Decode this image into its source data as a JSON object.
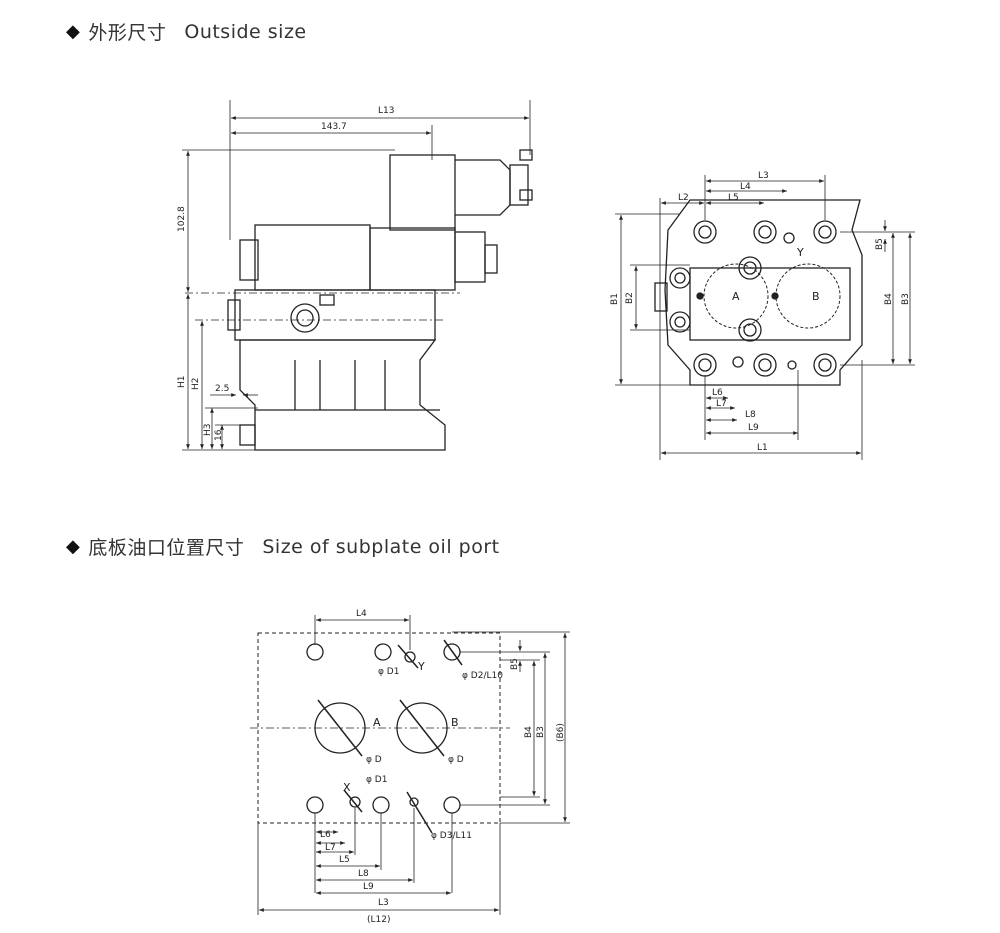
{
  "section1": {
    "title_cn": "外形尺寸",
    "title_en": "Outside size"
  },
  "section2": {
    "title_cn": "底板油口位置尺寸",
    "title_en": "Size of subplate oil port"
  },
  "side_view": {
    "labels": {
      "l13": "L13",
      "d143": "143.7",
      "d102": "102.8",
      "h1": "H1",
      "h2": "H2",
      "h3": "H3",
      "d25": "2.5",
      "d16": "16"
    }
  },
  "top_view": {
    "labels": {
      "l3": "L3",
      "l4": "L4",
      "l2": "L2",
      "l5": "L5",
      "y": "Y",
      "a": "A",
      "b": "B",
      "b1": "B1",
      "b2": "B2",
      "b4": "B4",
      "b3": "B3",
      "b5": "B5",
      "l6": "L6",
      "l7": "L7",
      "l8": "L8",
      "l9": "L9",
      "l1": "L1"
    }
  },
  "subplate": {
    "labels": {
      "l4": "L4",
      "d1_top": "φ D1",
      "y": "Y",
      "d2": "φ D2/L10",
      "b5": "B5",
      "a": "A",
      "b": "B",
      "d_a": "φ D",
      "d_b": "φ D",
      "b4": "B4",
      "b3": "B3",
      "b6": "(B6)",
      "d1_mid": "φ D1",
      "x": "X",
      "d3": "φ D3/L11",
      "l6": "L6",
      "l7": "L7",
      "l5": "L5",
      "l8": "L8",
      "l9": "L9",
      "l3": "L3",
      "l12": "(L12)"
    }
  }
}
